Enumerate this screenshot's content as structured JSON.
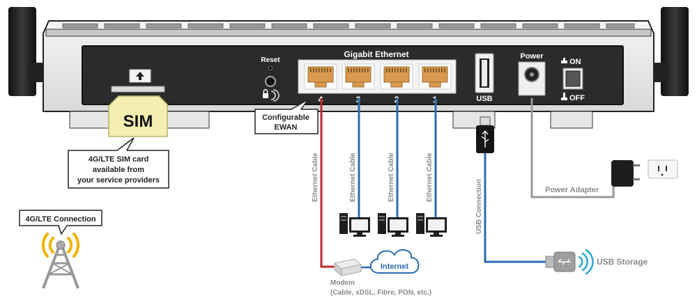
{
  "router": {
    "reset_label": "Reset",
    "section_title": "Gigabit Ethernet",
    "ports": [
      "4",
      "3",
      "2",
      "1"
    ],
    "usb_label": "USB",
    "power_label": "Power",
    "on_label": "ON",
    "off_label": "OFF"
  },
  "sim": {
    "card_label": "SIM",
    "callout": [
      "4G/LTE SIM card",
      "available from",
      "your service providers"
    ]
  },
  "ewan_callout": [
    "Configurable",
    "EWAN"
  ],
  "lte_callout": "4G/LTE Connection",
  "cables": {
    "ethernet": "Ethernet Cable",
    "usb": "USB Connection",
    "power": "Power Adapter"
  },
  "modem": {
    "label": "Modem",
    "detail": "(Cable, xDSL, Fibre, PON, etc.)"
  },
  "internet_label": "Internet",
  "usb_storage_label": "USB Storage",
  "colors": {
    "wan_cable": "#c0282e",
    "lan_cable": "#2b6cb0",
    "usb_cable": "#2b6cb0",
    "power_cable": "#9a9a9a",
    "sim_card": "#f4efb0"
  }
}
